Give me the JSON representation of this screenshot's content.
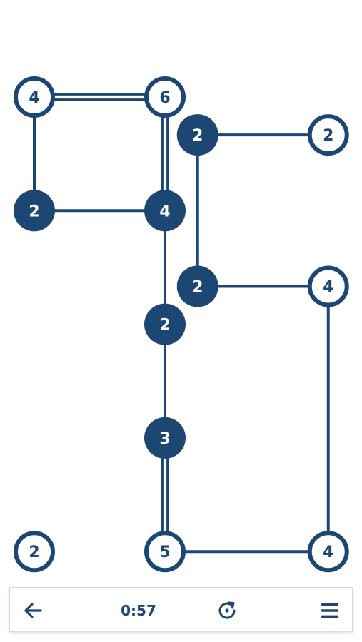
{
  "colors": {
    "primary": "#1d4773",
    "background": "#ffffff",
    "filled_text": "#ffffff"
  },
  "islands": [
    {
      "id": "a",
      "col": 0,
      "row": 0,
      "number": "4",
      "complete": false
    },
    {
      "id": "b",
      "col": 4,
      "row": 0,
      "number": "6",
      "complete": false
    },
    {
      "id": "c",
      "col": 5,
      "row": 1,
      "number": "2",
      "complete": true
    },
    {
      "id": "d",
      "col": 9,
      "row": 1,
      "number": "2",
      "complete": false
    },
    {
      "id": "e",
      "col": 0,
      "row": 3,
      "number": "2",
      "complete": true
    },
    {
      "id": "f",
      "col": 4,
      "row": 3,
      "number": "4",
      "complete": true
    },
    {
      "id": "g",
      "col": 5,
      "row": 5,
      "number": "2",
      "complete": true
    },
    {
      "id": "h",
      "col": 9,
      "row": 5,
      "number": "4",
      "complete": false
    },
    {
      "id": "i",
      "col": 4,
      "row": 6,
      "number": "2",
      "complete": true
    },
    {
      "id": "j",
      "col": 4,
      "row": 9,
      "number": "3",
      "complete": true
    },
    {
      "id": "k",
      "col": 0,
      "row": 12,
      "number": "2",
      "complete": false
    },
    {
      "id": "l",
      "col": 4,
      "row": 12,
      "number": "5",
      "complete": false
    },
    {
      "id": "m",
      "col": 9,
      "row": 12,
      "number": "4",
      "complete": false
    }
  ],
  "bridges": [
    {
      "from": "a",
      "to": "b",
      "count": 2
    },
    {
      "from": "a",
      "to": "e",
      "count": 1
    },
    {
      "from": "b",
      "to": "f",
      "count": 2
    },
    {
      "from": "e",
      "to": "f",
      "count": 1
    },
    {
      "from": "c",
      "to": "d",
      "count": 1
    },
    {
      "from": "c",
      "to": "g",
      "count": 1
    },
    {
      "from": "f",
      "to": "i",
      "count": 1
    },
    {
      "from": "g",
      "to": "h",
      "count": 1
    },
    {
      "from": "i",
      "to": "j",
      "count": 1
    },
    {
      "from": "j",
      "to": "l",
      "count": 2
    },
    {
      "from": "l",
      "to": "m",
      "count": 1
    },
    {
      "from": "h",
      "to": "m",
      "count": 1
    }
  ],
  "toolbar": {
    "back_icon": "arrow-left-icon",
    "timer": "0:57",
    "restart_icon": "restart-icon",
    "menu_icon": "hamburger-menu-icon"
  }
}
